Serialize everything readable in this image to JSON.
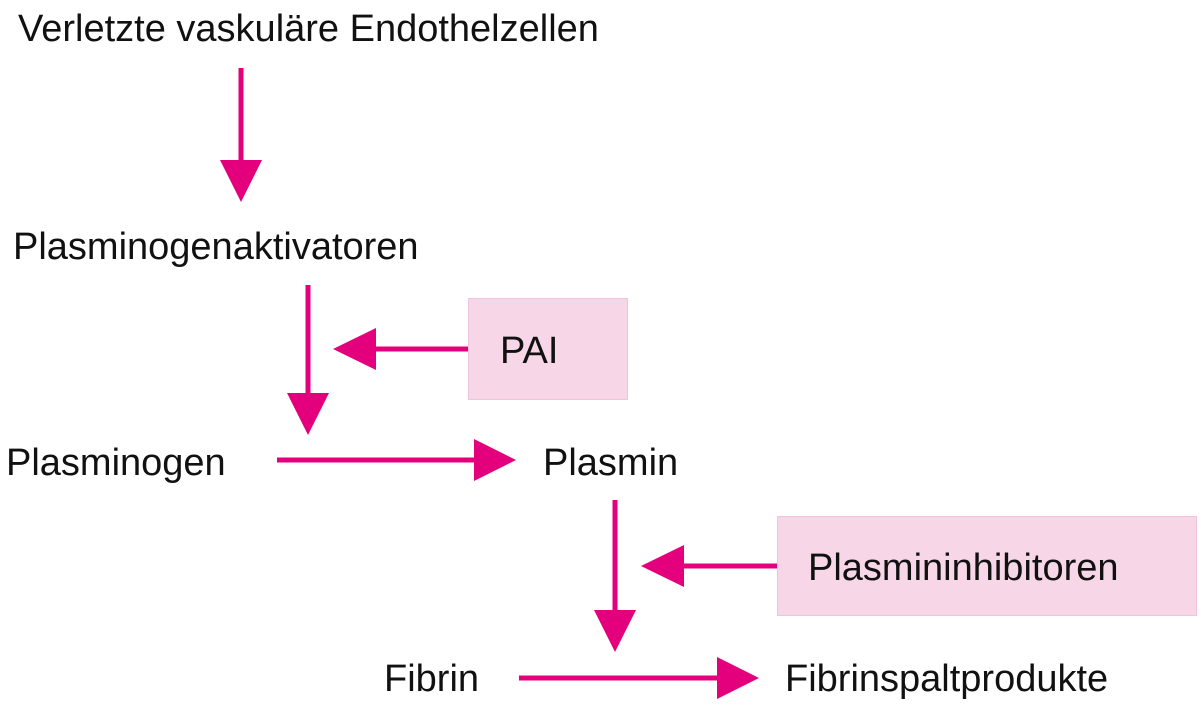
{
  "diagram": {
    "nodes": {
      "endothelial": "Verletzte vaskuläre Endothelzellen",
      "activators": "Plasminogenaktivatoren",
      "pai": "PAI",
      "plasminogen": "Plasminogen",
      "plasmin": "Plasmin",
      "plasmin_inhibitors": "Plasmininhibitoren",
      "fibrin": "Fibrin",
      "fibrin_split_products": "Fibrinspaltprodukte"
    },
    "colors": {
      "arrow": "#e4007c",
      "inhibitor_box": "#f7d6e7",
      "text": "#111111"
    }
  }
}
